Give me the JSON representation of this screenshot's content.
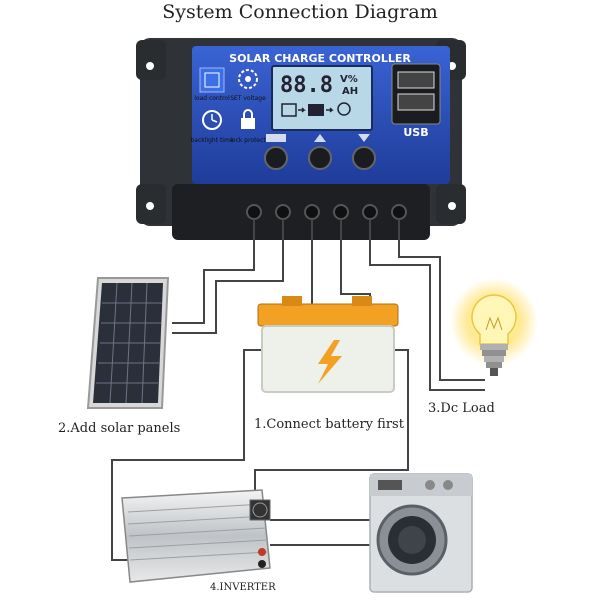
{
  "title": "System Connection Diagram",
  "controller": {
    "header": "SOLAR CHARGE CONTROLLER",
    "lcd_digits": "88.8",
    "lcd_unit_top": "V%",
    "lcd_unit_bottom": "AH",
    "icons": [
      {
        "name": "load-control-icon",
        "label": "load control"
      },
      {
        "name": "set-voltage-icon",
        "label": "SET voltage"
      },
      {
        "name": "backlight-time-icon",
        "label": "backlight time"
      },
      {
        "name": "lock-protect-icon",
        "label": "lock protect"
      }
    ],
    "usb_label": "USB",
    "buttons": [
      "menu-button",
      "up-button",
      "down-button"
    ]
  },
  "labels": {
    "battery": "1.Connect battery first",
    "solar": "2.Add solar panels",
    "load": "3.Dc Load",
    "inverter": "4.INVERTER"
  },
  "colors": {
    "panel_blue": "#2c4fb8",
    "lcd": "#b8d8e8",
    "battery_orange": "#f2a122",
    "bulb_glow": "#ffe066",
    "wire": "#444444"
  }
}
